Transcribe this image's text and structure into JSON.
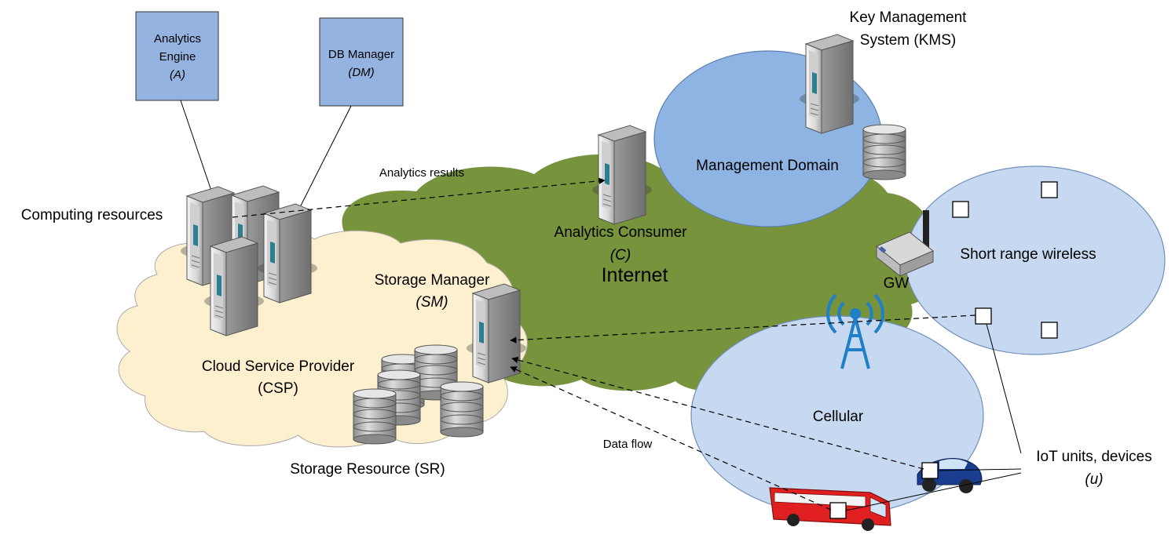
{
  "boxes": {
    "analytics_engine": {
      "line1": "Analytics",
      "line2": "Engine",
      "line3": "(A)"
    },
    "db_manager": {
      "line1": "DB Manager",
      "line2": "(DM)"
    }
  },
  "labels": {
    "kms_line1": "Key Management",
    "kms_line2": "System (KMS)",
    "management_domain": "Management Domain",
    "analytics_results": "Analytics results",
    "computing_resources": "Computing resources",
    "analytics_consumer_line1": "Analytics Consumer",
    "analytics_consumer_line2": "(C)",
    "internet": "Internet",
    "short_range_wireless": "Short range wireless",
    "gw": "GW",
    "storage_manager_line1": "Storage Manager",
    "storage_manager_line2": "(SM)",
    "csp_line1": "Cloud Service Provider",
    "csp_line2": "(CSP)",
    "cellular": "Cellular",
    "data_flow": "Data flow",
    "storage_resource": "Storage Resource (SR)",
    "iot_line1": "IoT units, devices",
    "iot_line2": "(u)"
  },
  "colors": {
    "box_fill": "#95b3e0",
    "management_fill": "#8eb4e3",
    "internet_fill": "#77933c",
    "cloud_fill": "#fdf0cf",
    "light_region_fill": "#c6d9f1",
    "antenna": "#1f7fc7",
    "bus": "#e02020",
    "car": "#1a3d8f"
  },
  "icons": [
    "server-icon",
    "database-icon",
    "router-icon",
    "antenna-tower-icon",
    "bus-icon",
    "car-icon",
    "iot-device-icon"
  ]
}
